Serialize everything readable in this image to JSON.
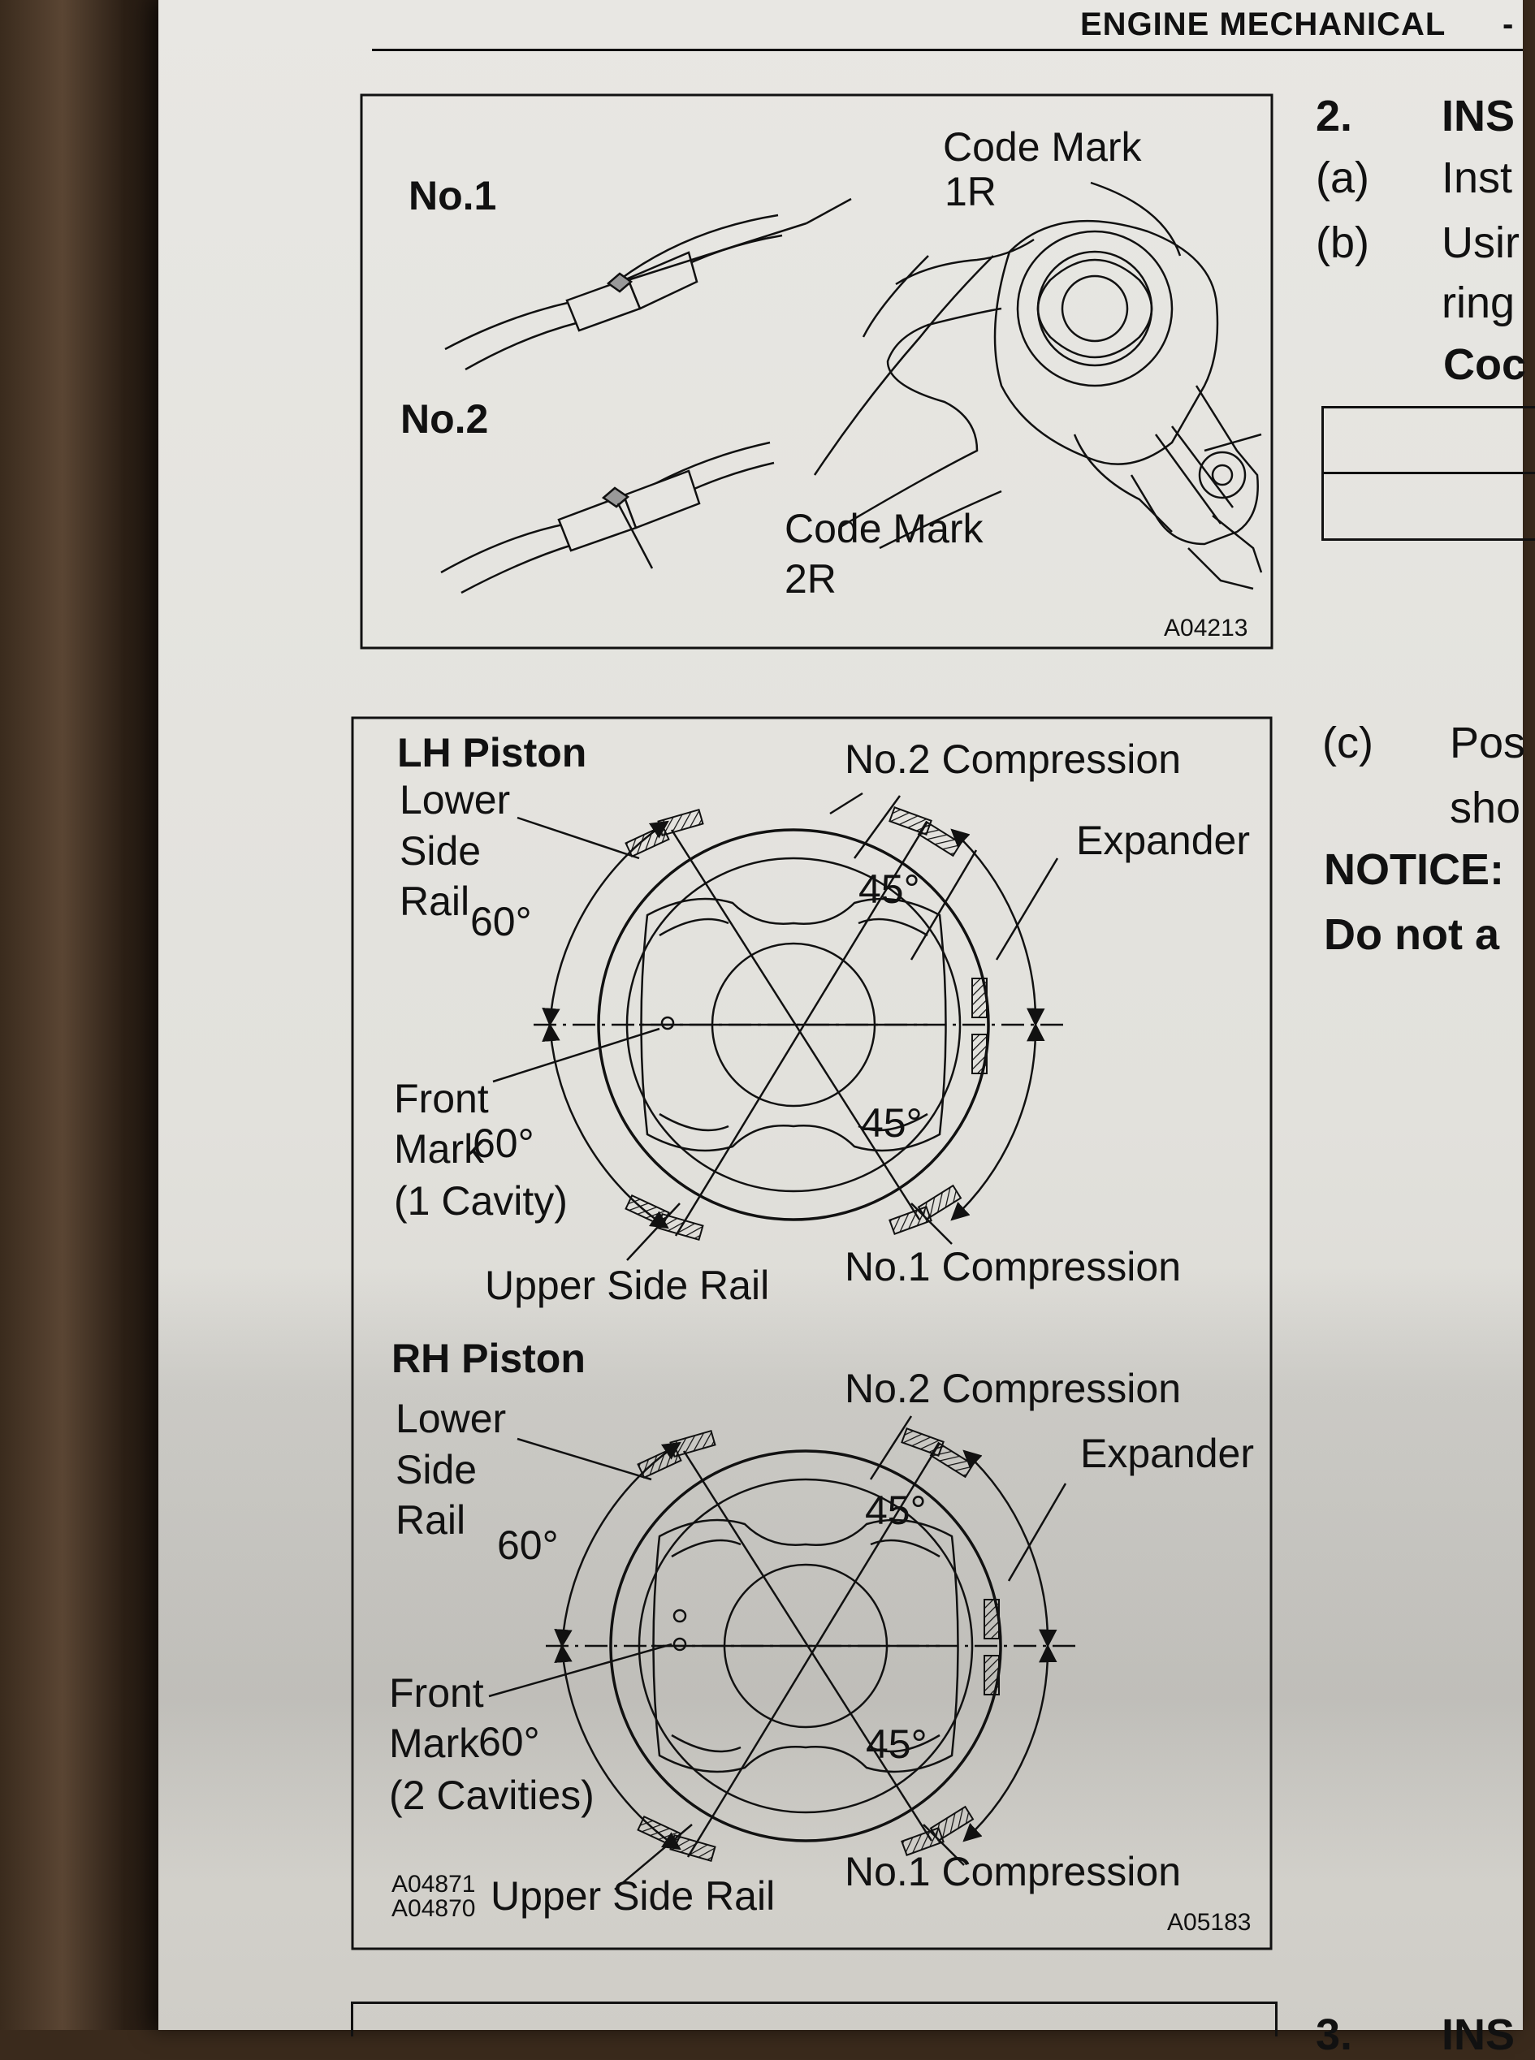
{
  "header": {
    "section": "ENGINE MECHANICAL",
    "dash": "-"
  },
  "figure1": {
    "label_no1": "No.1",
    "label_no2": "No.2",
    "code_mark_top": [
      "Code Mark",
      "1R"
    ],
    "code_mark_bottom": [
      "Code Mark",
      "2R"
    ],
    "figure_id": "A04213"
  },
  "figure2": {
    "lh": {
      "title": "LH Piston",
      "no2_compression": "No.2 Compression",
      "expander": "Expander",
      "lower_side_rail": [
        "Lower",
        "Side",
        "Rail"
      ],
      "angle_60_top": "60°",
      "angle_60_bottom": "60°",
      "angle_45_top": "45°",
      "angle_45_bottom": "45°",
      "front_mark": [
        "Front",
        "Mark",
        "(1 Cavity)"
      ],
      "upper_side_rail": "Upper Side Rail",
      "no1_compression": "No.1 Compression"
    },
    "rh": {
      "title": "RH Piston",
      "no2_compression": "No.2 Compression",
      "expander": "Expander",
      "lower_side_rail": [
        "Lower",
        "Side",
        "Rail"
      ],
      "angle_60_top": "60°",
      "angle_60_bottom": "60°",
      "angle_45_top": "45°",
      "angle_45_bottom": "45°",
      "front_mark": [
        "Front",
        "Mark",
        "(2 Cavities)"
      ],
      "upper_side_rail": "Upper Side Rail",
      "no1_compression": "No.1 Compression"
    },
    "figure_ids_left": [
      "A04871",
      "A04870"
    ],
    "figure_id_right": "A05183"
  },
  "right_text": {
    "step2_num": "2.",
    "step2_text": "INS",
    "a_num": "(a)",
    "a_text": "Inst",
    "b_num": "(b)",
    "b_text": "Usir",
    "b_text2": "ring",
    "code_label": "Coc",
    "c_num": "(c)",
    "c_text": "Pos",
    "c_text2": "sho",
    "notice": "NOTICE:",
    "notice_text": "Do not a",
    "bottom_num": "3.",
    "bottom_text": "INS"
  }
}
